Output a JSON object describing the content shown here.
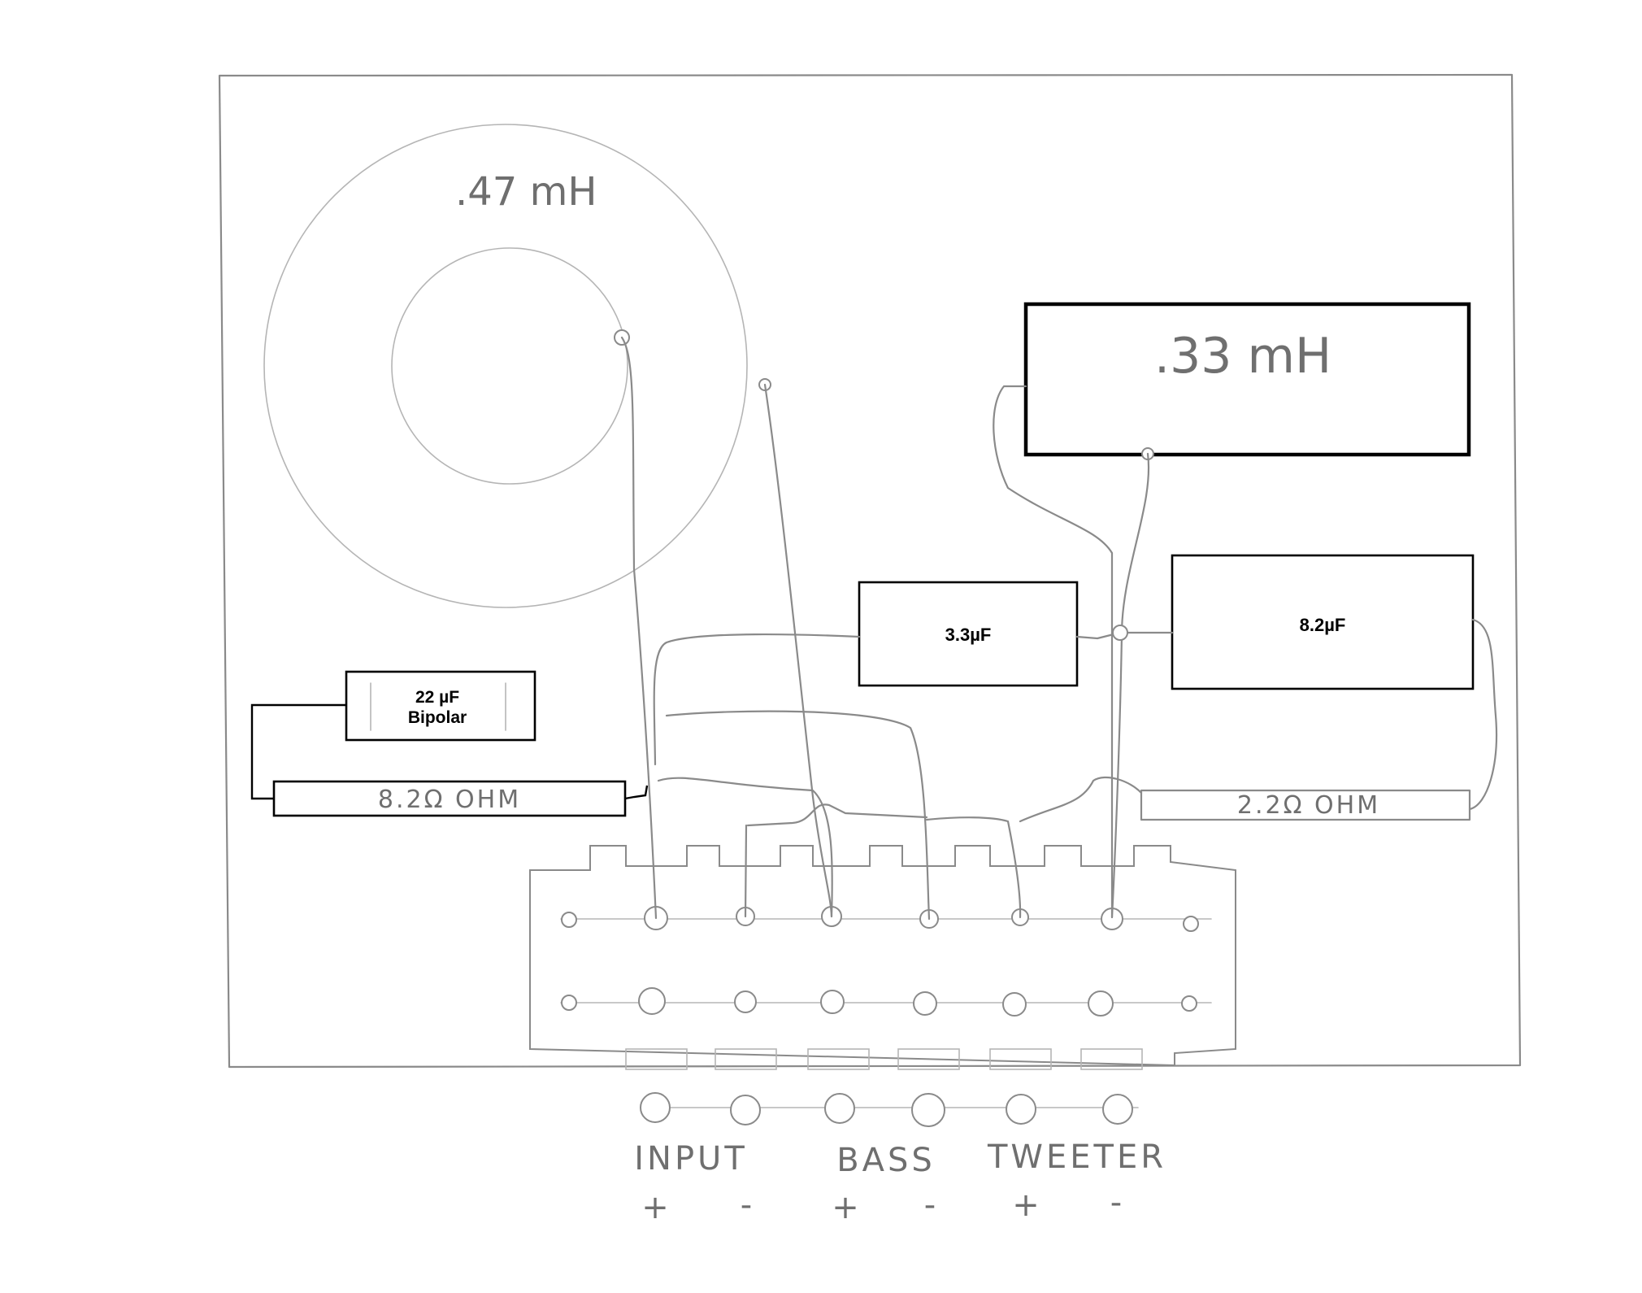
{
  "components": {
    "inductor_large": {
      "label": ".47 mH"
    },
    "inductor_small": {
      "label": ".33 mH"
    },
    "cap_3_3": {
      "label": "3.3µF"
    },
    "cap_8_2": {
      "label": "8.2µF"
    },
    "cap_22": {
      "label_line1": "22 µF",
      "label_line2": "Bipolar"
    },
    "res_8_2": {
      "label": "8.2Ω  OHM"
    },
    "res_2_2": {
      "label": "2.2Ω  OHM"
    }
  },
  "terminals": {
    "input": {
      "label": "INPUT",
      "plus": "+",
      "minus": "-"
    },
    "bass": {
      "label": "BASS",
      "plus": "+",
      "minus": "-"
    },
    "tweeter": {
      "label": "TWEETER",
      "plus": "+",
      "minus": "-"
    }
  }
}
